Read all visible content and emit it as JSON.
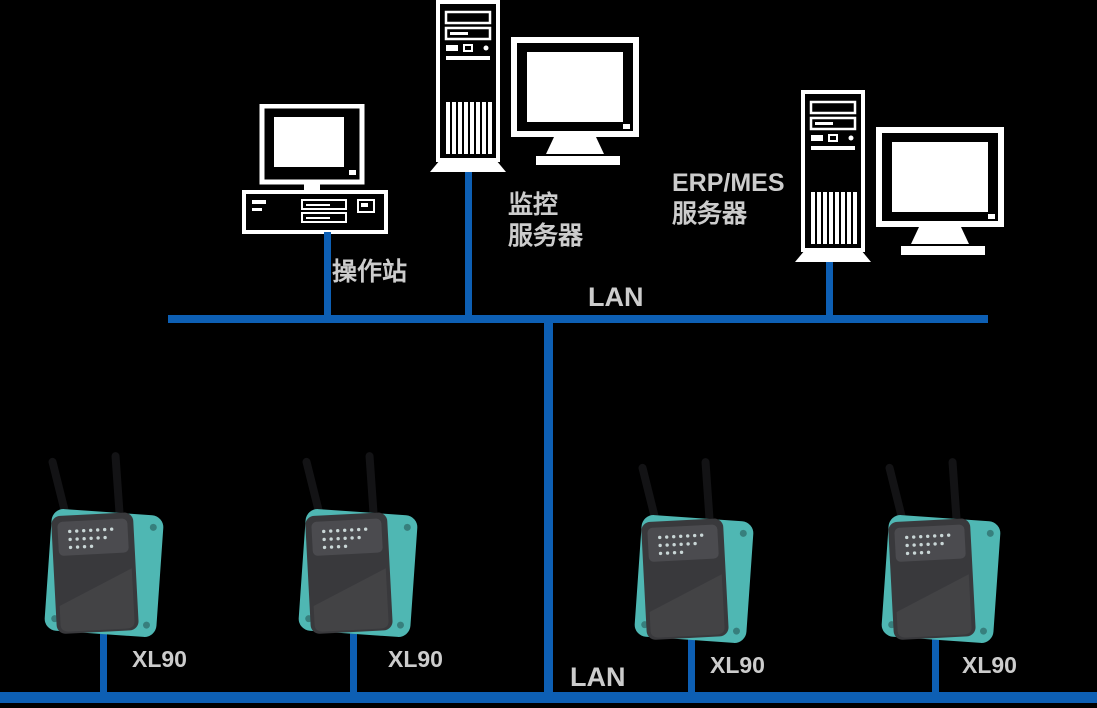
{
  "colors": {
    "background": "#000000",
    "lan_line": "#0d5fb4",
    "label_text": "#cccccc",
    "computer_line": "#ffffff",
    "device_body": "#4fb7b3",
    "device_front": "#39393c",
    "antenna": "#131315"
  },
  "nodes": {
    "operator_station": {
      "label": "操作站"
    },
    "monitoring_server": {
      "label_line1": "监控",
      "label_line2": "服务器"
    },
    "erp_mes_server": {
      "label_line1": "ERP/MES",
      "label_line2": "服务器"
    },
    "lan_top": {
      "label": "LAN"
    },
    "lan_bottom": {
      "label": "LAN"
    },
    "devices": [
      {
        "label": "XL90"
      },
      {
        "label": "XL90"
      },
      {
        "label": "XL90"
      },
      {
        "label": "XL90"
      }
    ]
  }
}
